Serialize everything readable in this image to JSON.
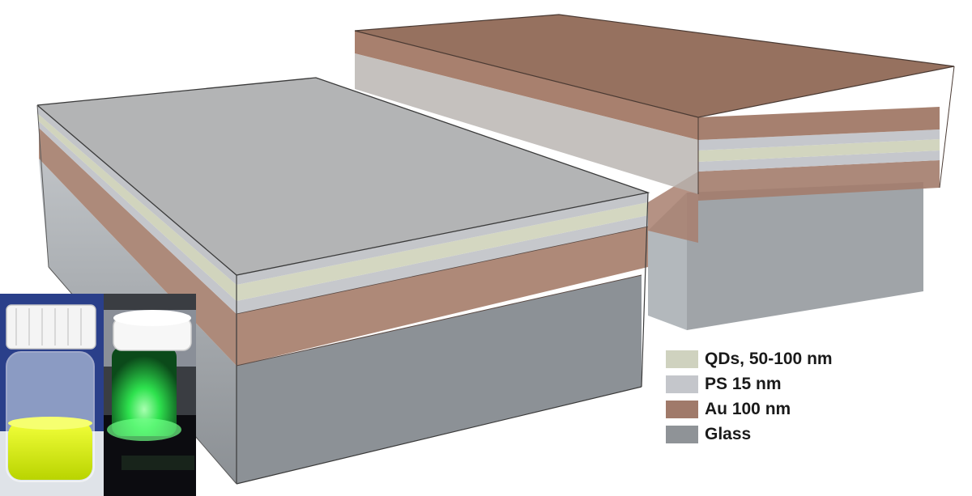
{
  "legend": {
    "items": [
      {
        "label": "QDs, 50-100 nm",
        "color": "#cfd2bf"
      },
      {
        "label": "PS 15 nm",
        "color": "#c4c6cb"
      },
      {
        "label": "Au 100 nm",
        "color": "#a07a6a"
      },
      {
        "label": "Glass",
        "color": "#8f9397"
      }
    ]
  },
  "colors": {
    "qd_layer": "#d3d6c0",
    "ps_layer": "#c8cacf",
    "au_layer": "#a8806e",
    "glass": "#8a8f94",
    "top_surface": "#b4b5b6",
    "qd_emission_yellow": "#d9f200",
    "qd_emission_green": "#25e24a"
  },
  "icons": [
    "glass-vial-yellow-photo",
    "glass-vial-green-photo"
  ]
}
